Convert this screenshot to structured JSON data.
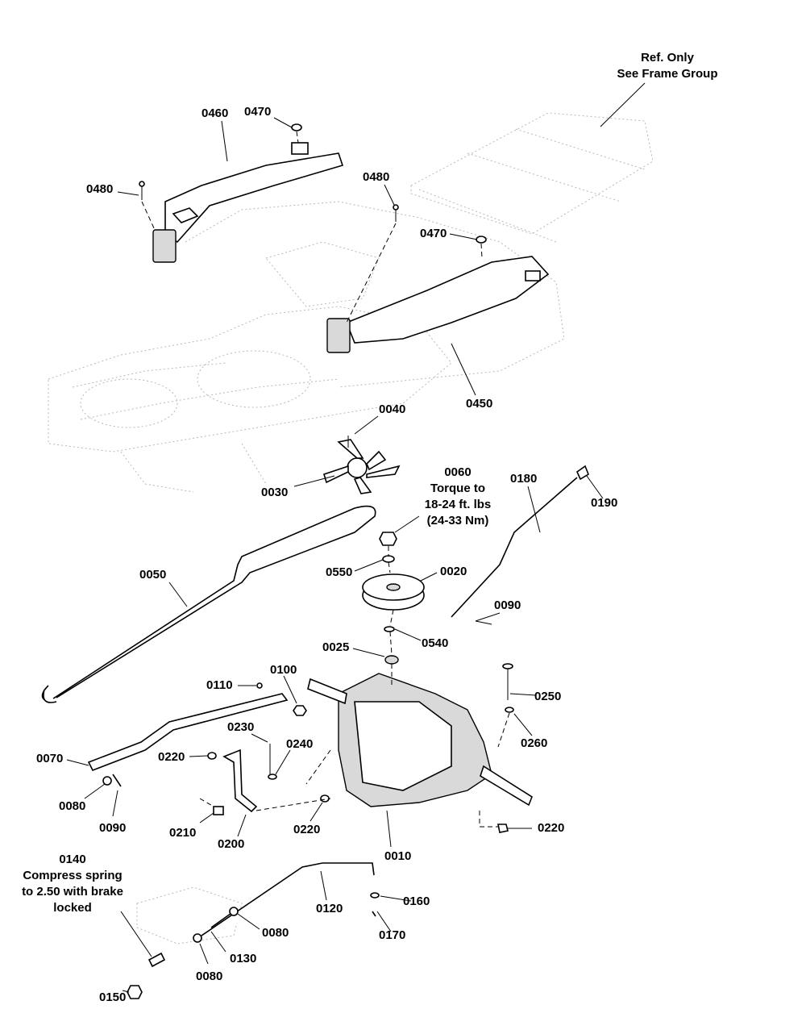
{
  "notes": {
    "ref_only": [
      "Ref. Only",
      "See Frame Group"
    ],
    "torque": [
      "0060",
      "Torque to",
      "18-24 ft. lbs",
      "(24-33 Nm)"
    ],
    "spring": [
      "0140",
      "Compress spring",
      "to 2.50 with brake",
      "locked"
    ]
  },
  "callouts": {
    "c0460": "0460",
    "c0470a": "0470",
    "c0480a": "0480",
    "c0480b": "0480",
    "c0470b": "0470",
    "c0450": "0450",
    "c0040": "0040",
    "c0030": "0030",
    "c0180": "0180",
    "c0190": "0190",
    "c0050": "0050",
    "c0550": "0550",
    "c0020": "0020",
    "c0090a": "0090",
    "c0025": "0025",
    "c0540": "0540",
    "c0110": "0110",
    "c0100": "0100",
    "c0250": "0250",
    "c0260": "0260",
    "c0230": "0230",
    "c0240": "0240",
    "c0220a": "0220",
    "c0070": "0070",
    "c0080a": "0080",
    "c0090b": "0090",
    "c0210": "0210",
    "c0200": "0200",
    "c0220b": "0220",
    "c0220c": "0220",
    "c0010": "0010",
    "c0160": "0160",
    "c0120": "0120",
    "c0170": "0170",
    "c0080b": "0080",
    "c0130": "0130",
    "c0080c": "0080",
    "c0150": "0150"
  }
}
